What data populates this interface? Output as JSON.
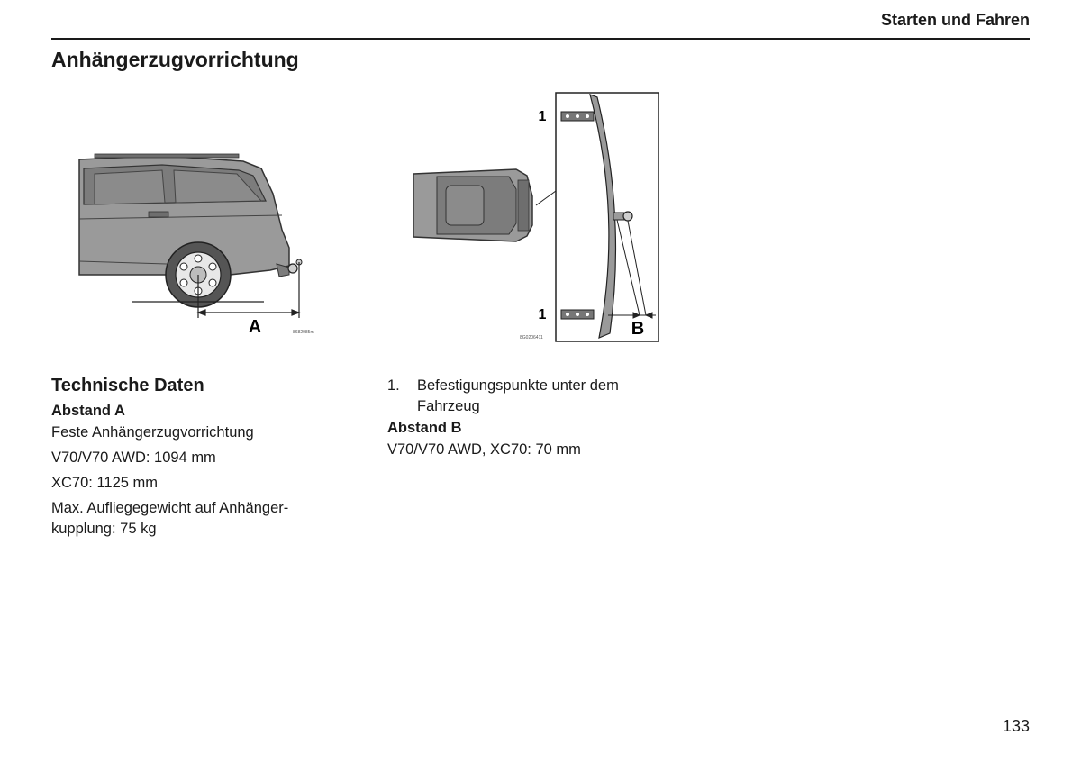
{
  "header": {
    "section": "Starten und Fahren"
  },
  "page": {
    "title": "Anhängerzugvorrichtung",
    "number": "133"
  },
  "figure_a": {
    "dimension_label": "A",
    "ref_code": "8682085m"
  },
  "figure_b": {
    "callout_top": "1",
    "callout_bottom": "1",
    "dimension_label": "B",
    "ref_code": "8G0206411"
  },
  "tech_data": {
    "heading": "Technische Daten",
    "abstand_a": {
      "heading": "Abstand A",
      "lines": [
        "Feste Anhängerzugvorrichtung",
        "V70/V70 AWD: 1094 mm",
        "XC70: 1125 mm",
        "Max. Aufliegegewicht auf Anhänger-kupplung: 75 kg"
      ]
    }
  },
  "notes": [
    {
      "number": "1.",
      "text": "Befestigungspunkte unter dem Fahrzeug"
    }
  ],
  "abstand_b": {
    "heading": "Abstand B",
    "lines": [
      "V70/V70 AWD, XC70: 70 mm"
    ]
  }
}
